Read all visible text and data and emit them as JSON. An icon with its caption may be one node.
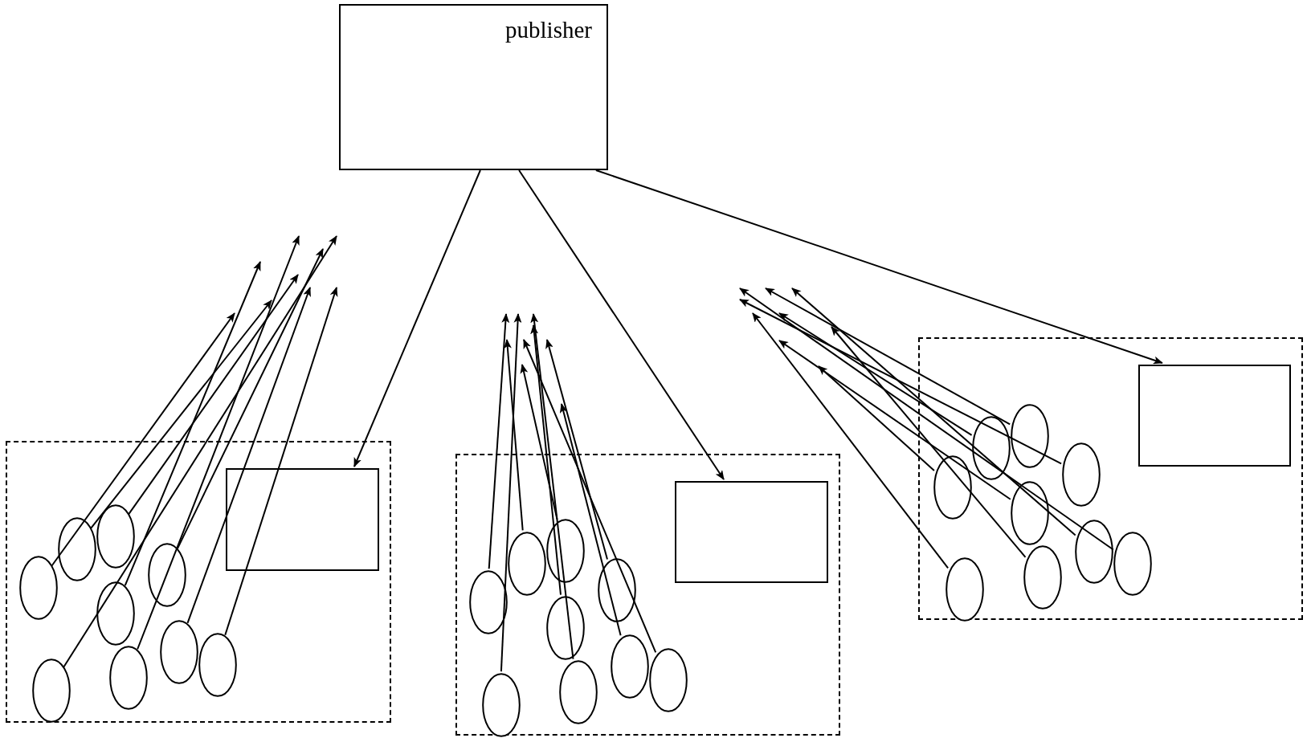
{
  "diagram": {
    "nodes": [
      {
        "text": [
          "publisher"
        ]
      },
      {
        "text": [],
        "shape": "box"
      },
      {
        "text": [],
        "shape": "box",
        "in": 1
      },
      {
        "text": [],
        "shape": "ellipse",
        "in": 1
      },
      {
        "text": [],
        "shape": "ellipse",
        "in": 1
      },
      {
        "text": [],
        "shape": "ellipse",
        "in": 1
      },
      {
        "text": [],
        "shape": "ellipse",
        "in": 1
      },
      {
        "text": [],
        "shape": "ellipse",
        "in": 1
      },
      {
        "text": [],
        "shape": "ellipse",
        "in": 1
      },
      {
        "text": [],
        "shape": "ellipse",
        "in": 1
      },
      {
        "text": [],
        "shape": "ellipse",
        "in": 1
      },
      {
        "text": [],
        "shape": "ellipse",
        "in": 1
      },
      {
        "text": [],
        "shape": "box"
      },
      {
        "text": [],
        "shape": "box",
        "in": 12
      },
      {
        "text": [],
        "shape": "ellipse",
        "in": 12
      },
      {
        "text": [],
        "shape": "ellipse",
        "in": 12
      },
      {
        "text": [],
        "shape": "ellipse",
        "in": 12
      },
      {
        "text": [],
        "shape": "ellipse",
        "in": 12
      },
      {
        "text": [],
        "shape": "ellipse",
        "in": 12
      },
      {
        "text": [],
        "shape": "ellipse",
        "in": 12
      },
      {
        "text": [],
        "shape": "ellipse",
        "in": 12
      },
      {
        "text": [],
        "shape": "ellipse",
        "in": 12
      },
      {
        "text": [],
        "shape": "ellipse",
        "in": 12
      },
      {
        "text": [],
        "shape": "box"
      },
      {
        "text": [],
        "shape": "box",
        "in": 23
      },
      {
        "text": [],
        "shape": "ellipse",
        "in": 23
      },
      {
        "text": [],
        "shape": "ellipse",
        "in": 23
      },
      {
        "text": [],
        "shape": "ellipse",
        "in": 23
      },
      {
        "text": [],
        "shape": "ellipse",
        "in": 23
      },
      {
        "text": [],
        "shape": "ellipse",
        "in": 23
      },
      {
        "text": [],
        "shape": "ellipse",
        "in": 23
      },
      {
        "text": [],
        "shape": "ellipse",
        "in": 23
      },
      {
        "text": [],
        "shape": "ellipse",
        "in": 23
      },
      {
        "text": [],
        "shape": "ellipse",
        "in": 23
      }
    ],
    "edges": [
      {
        "from": 0,
        "to": 2,
        "arrow": "to"
      },
      {
        "from": 0,
        "to": 13,
        "arrow": "to"
      },
      {
        "from": 0,
        "to": 24,
        "arrow": "to"
      },
      {
        "from": 3,
        "to": null,
        "arrow": "to"
      },
      {
        "from": 4,
        "to": null,
        "arrow": "to"
      },
      {
        "from": 5,
        "to": null,
        "arrow": "to"
      },
      {
        "from": 6,
        "to": null,
        "arrow": "to"
      },
      {
        "from": 7,
        "to": null,
        "arrow": "to"
      },
      {
        "from": 8,
        "to": null,
        "arrow": "to"
      },
      {
        "from": 9,
        "to": null,
        "arrow": "to"
      },
      {
        "from": 10,
        "to": null,
        "arrow": "to"
      },
      {
        "from": 11,
        "to": null,
        "arrow": "to"
      },
      {
        "from": 14,
        "to": null,
        "arrow": "to"
      },
      {
        "from": 15,
        "to": null,
        "arrow": "to"
      },
      {
        "from": 16,
        "to": null,
        "arrow": "to"
      },
      {
        "from": 17,
        "to": null,
        "arrow": "to"
      },
      {
        "from": 18,
        "to": null,
        "arrow": "to"
      },
      {
        "from": 19,
        "to": null,
        "arrow": "to"
      },
      {
        "from": 20,
        "to": null,
        "arrow": "to"
      },
      {
        "from": 21,
        "to": null,
        "arrow": "to"
      },
      {
        "from": 22,
        "to": null,
        "arrow": "to"
      },
      {
        "from": 25,
        "to": null,
        "arrow": "to"
      },
      {
        "from": 26,
        "to": null,
        "arrow": "to"
      },
      {
        "from": 27,
        "to": null,
        "arrow": "to"
      },
      {
        "from": 28,
        "to": null,
        "arrow": "to"
      },
      {
        "from": 29,
        "to": null,
        "arrow": "to"
      },
      {
        "from": 30,
        "to": null,
        "arrow": "to"
      },
      {
        "from": 31,
        "to": null,
        "arrow": "to"
      },
      {
        "from": 32,
        "to": null,
        "arrow": "to"
      },
      {
        "from": 33,
        "to": null,
        "arrow": "to"
      }
    ]
  }
}
